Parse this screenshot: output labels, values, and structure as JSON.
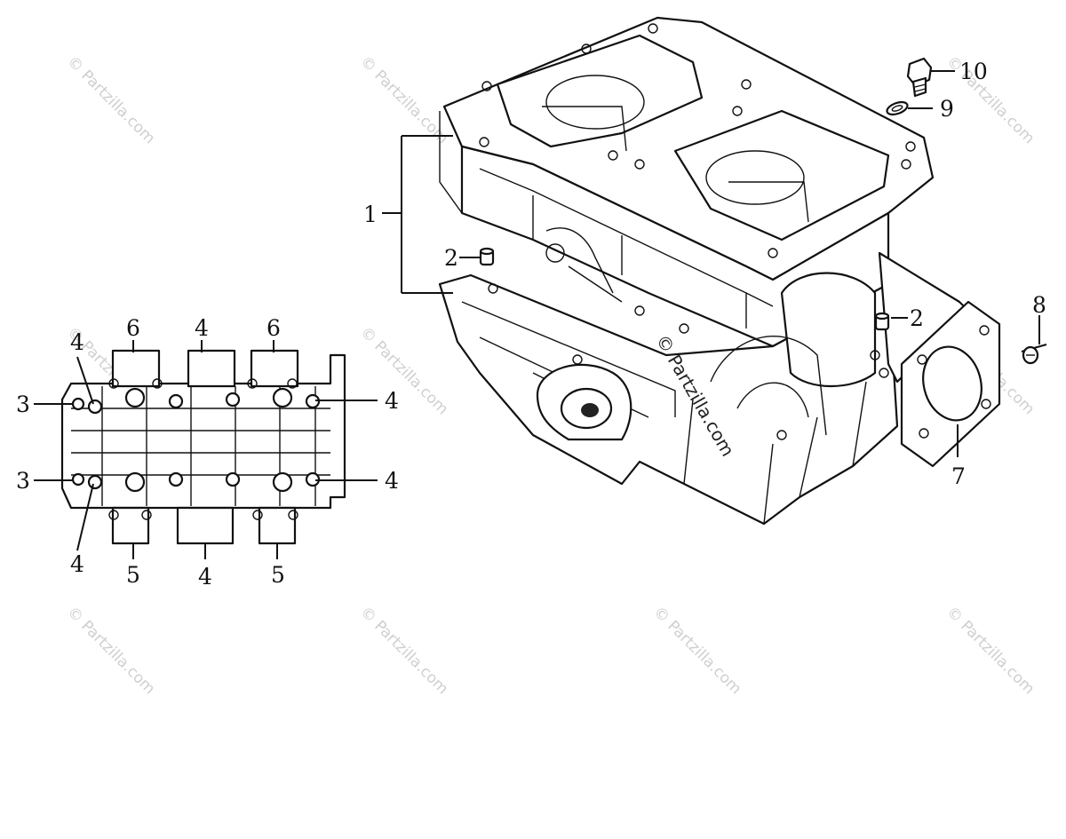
{
  "watermark": "© Partzilla.com",
  "watermark_center": "© Partzilla.com",
  "callouts": {
    "c1": "1",
    "c2a": "2",
    "c2b": "2",
    "c7": "7",
    "c8": "8",
    "c9": "9",
    "c10": "10",
    "l4a": "4",
    "l6a": "6",
    "l4b": "4",
    "l6b": "6",
    "l3a": "3",
    "l4c": "4",
    "l3b": "3",
    "l4d": "4",
    "l4e": "4",
    "l5a": "5",
    "l4f": "4",
    "l5b": "5"
  }
}
